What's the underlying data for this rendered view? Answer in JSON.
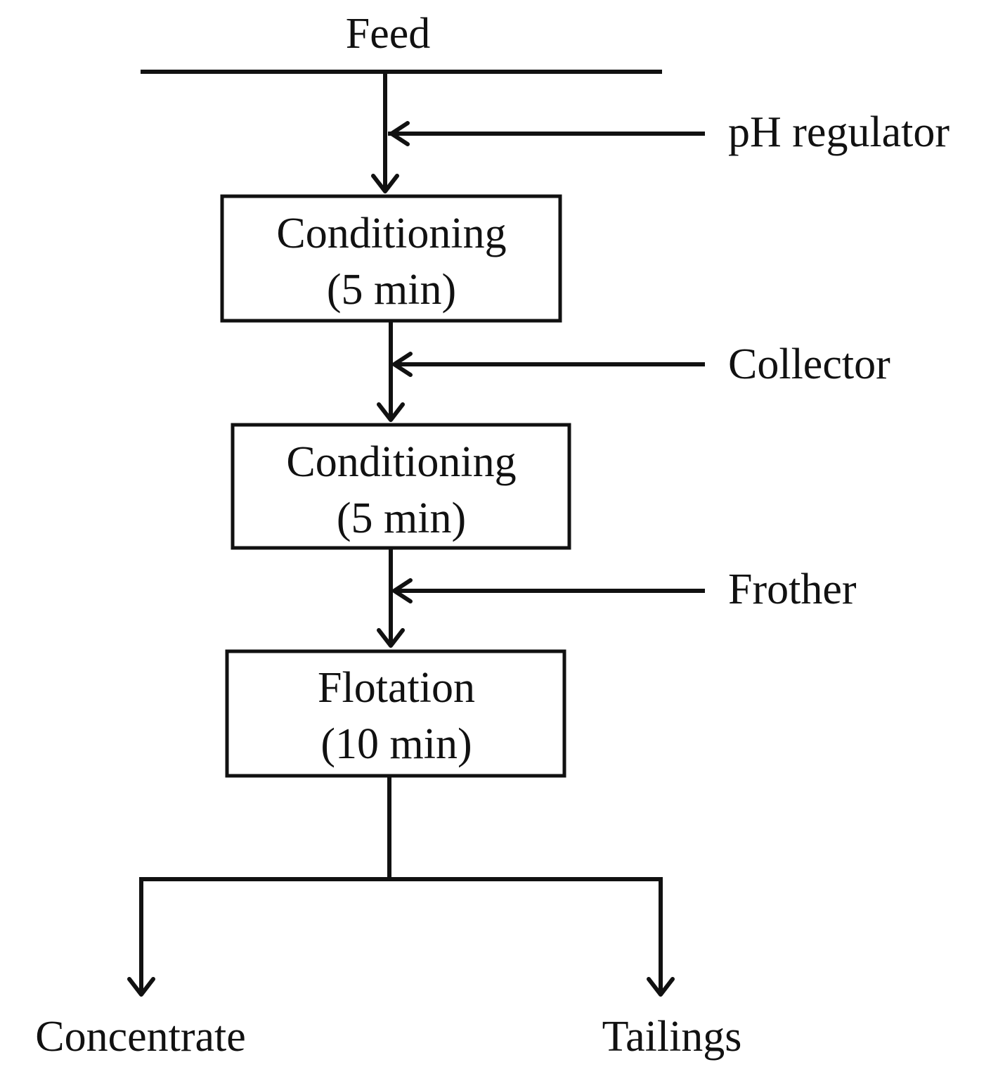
{
  "feed": {
    "label": "Feed"
  },
  "reagents": {
    "ph_regulator": "pH regulator",
    "collector": "Collector",
    "frother": "Frother"
  },
  "stages": [
    {
      "name": "Conditioning",
      "duration": "(5 min)"
    },
    {
      "name": "Conditioning",
      "duration": "(5 min)"
    },
    {
      "name": "Flotation",
      "duration": "(10 min)"
    }
  ],
  "outputs": {
    "concentrate": "Concentrate",
    "tailings": "Tailings"
  }
}
